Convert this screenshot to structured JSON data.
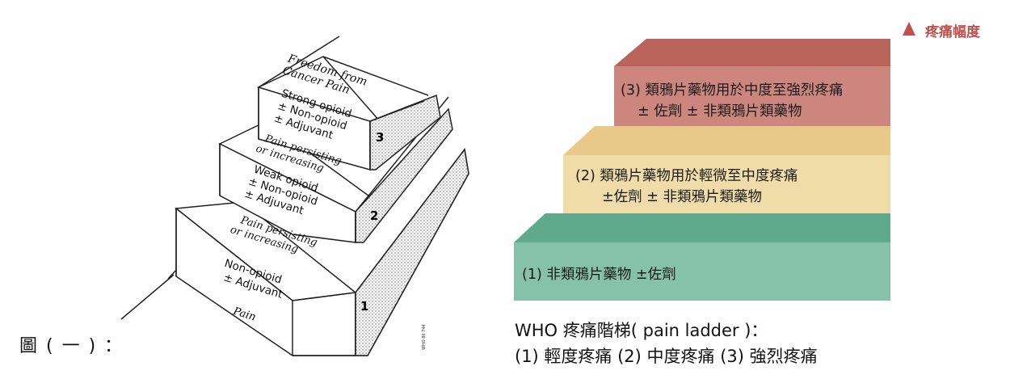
{
  "figure_label": "圖 ( 一 ) ：",
  "left_ladder": {
    "top_label_line1": "Freedom from",
    "top_label_line2": "Cancer Pain",
    "step3": {
      "line1": "Strong opioid",
      "line2": "± Non-opioid",
      "line3": "± Adjuvant",
      "number": "3"
    },
    "transition2": {
      "line1": "Pain persisting",
      "line2": "or increasing"
    },
    "step2": {
      "line1": "Weak opioid",
      "line2": "± Non-opioid",
      "line3": "± Adjuvant",
      "number": "2"
    },
    "transition1": {
      "line1": "Pain persisting",
      "line2": "or increasing"
    },
    "step1": {
      "line1": "Non-opioid",
      "line2": "± Adjuvant",
      "number": "1"
    },
    "base_label": "Pain",
    "stamp": "WHO 86 744"
  },
  "right_ladder": {
    "axis_label": "疼痛幅度",
    "step3": {
      "line1": "(3) 類鴉片藥物用於中度至強烈疼痛",
      "line2": "± 佐劑 ± 非類鴉片類藥物"
    },
    "step2": {
      "line1": "(2) 類鴉片藥物用於輕微至中度疼痛",
      "line2": "±佐劑 ± 非類鴉片類藥物"
    },
    "step1": {
      "line1": "(1) 非類鴉片藥物 ±佐劑"
    },
    "colors": {
      "step3_top": "#b8645a",
      "step3_front": "#cc867e",
      "step2_top": "#e8c989",
      "step2_front": "#f0dca8",
      "step1_top": "#5fa98c",
      "step1_front": "#86c1a9",
      "arrow": "#c0504d",
      "axis_label": "#c0504d"
    }
  },
  "caption": {
    "line1": "WHO 疼痛階梯( pain ladder )：",
    "line2": "(1) 輕度疼痛 (2) 中度疼痛 (3) 強烈疼痛"
  }
}
